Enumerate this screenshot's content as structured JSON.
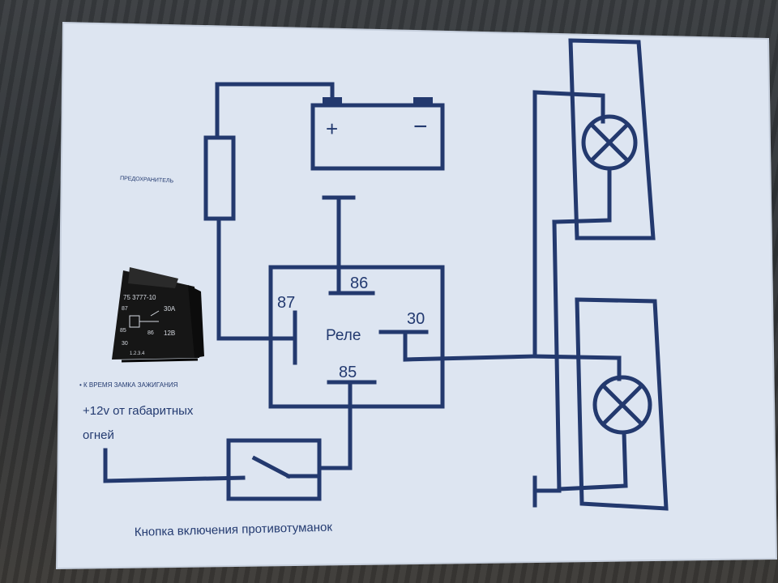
{
  "diagram": {
    "battery": {
      "plus": "+",
      "minus": "−"
    },
    "fuse_label": "ПРЕДОХРАНИТЕЛЬ",
    "relay": {
      "label": "Реле",
      "pin_86": "86",
      "pin_87": "87",
      "pin_30": "30",
      "pin_85": "85"
    },
    "ignition_note": "• К ВРЕМЯ ЗАМКА ЗАЖИГАНИЯ",
    "power_note_line1": "+12v от габаритных",
    "power_note_line2": "огней",
    "button_caption": "Кнопка включения противотуманок"
  },
  "relay_photo": {
    "line1": "75 3777-10",
    "line2": "87",
    "line3": "30A",
    "line4": "85",
    "line5": "86",
    "line6": "12В",
    "line7": "30",
    "line8": "1.2.3.4"
  },
  "colors": {
    "paper": "#dfe7f2",
    "ink": "#23396e",
    "relay_body": "#141414"
  }
}
